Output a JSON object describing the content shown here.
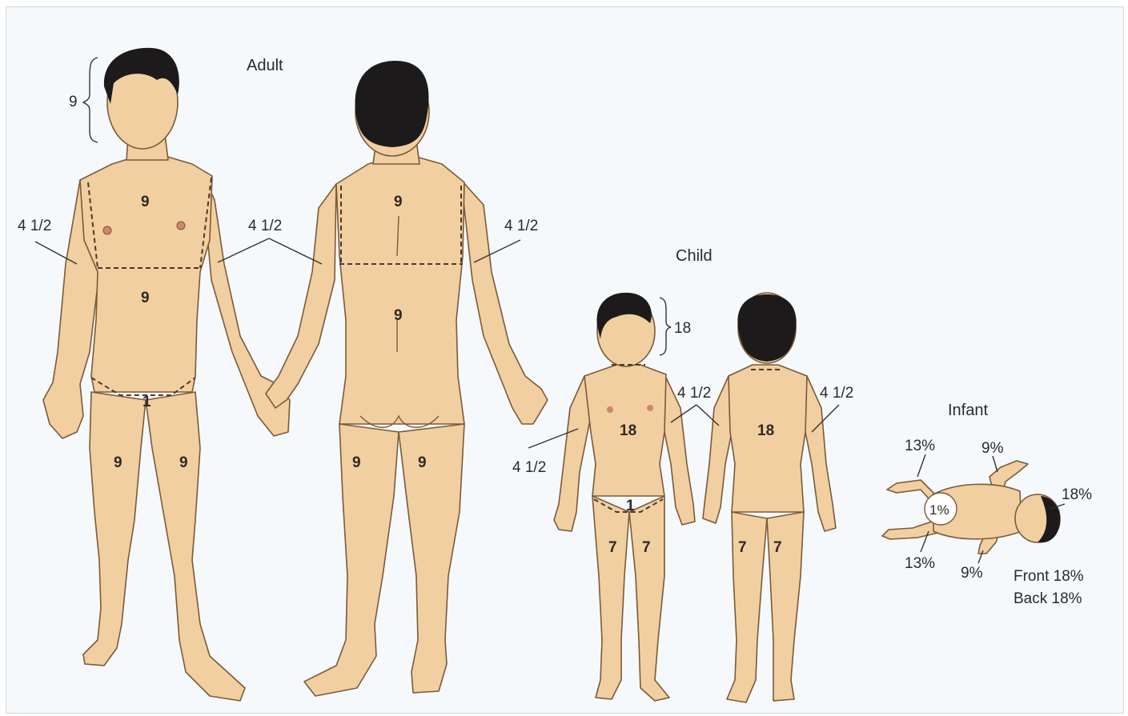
{
  "titles": {
    "adult": "Adult",
    "child": "Child",
    "infant": "Infant"
  },
  "adult": {
    "head": "9",
    "arm_left_front": "4 1/2",
    "arm_mid": "4 1/2",
    "arm_right_back": "4 1/2",
    "chest_front": "9",
    "abdomen_front": "9",
    "genitals": "1",
    "leg_front_left": "9",
    "leg_front_right": "9",
    "upper_back": "9",
    "lower_back": "9",
    "leg_back_left": "9",
    "leg_back_right": "9"
  },
  "child": {
    "head": "18",
    "arm_mid": "4 1/2",
    "arm_right_back": "4 1/2",
    "arm_left_front": "4 1/2",
    "trunk_front": "18",
    "trunk_back": "18",
    "genitals": "1",
    "leg_front_left": "7",
    "leg_front_right": "7",
    "leg_back_left": "7",
    "leg_back_right": "7"
  },
  "infant": {
    "leg_top": "13%",
    "arm_top": "9%",
    "head": "18%",
    "genitals": "1%",
    "leg_bottom": "13%",
    "arm_bottom": "9%",
    "trunk_front": "Front 18%",
    "trunk_back": "Back 18%"
  },
  "colors": {
    "skin": "#f2cfa0",
    "outline": "#7a5a3a",
    "hair": "#1c1a1a",
    "background": "#f6f9fb"
  }
}
